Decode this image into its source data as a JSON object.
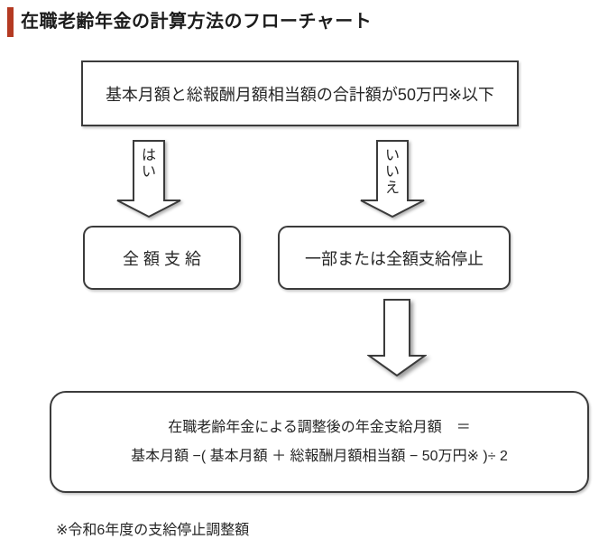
{
  "page": {
    "title": "在職老齢年金の計算方法のフローチャート",
    "accent_color": "#b43a22",
    "line_color": "#3b3b3b",
    "background_color": "#ffffff"
  },
  "flowchart": {
    "condition_box": {
      "text": "基本月額と総報酬月額相当額の合計額が50万円※以下"
    },
    "yes_arrow": {
      "label": "はい",
      "icon": "down-block-arrow"
    },
    "no_arrow": {
      "label": "いいえ",
      "icon": "down-block-arrow"
    },
    "full_payment_box": {
      "text": "全 額 支 給"
    },
    "suspension_box": {
      "text": "一部または全額支給停止"
    },
    "result_arrow": {
      "icon": "down-block-arrow"
    },
    "result_box": {
      "line1": "在職老齢年金による調整後の年金支給月額　＝",
      "line2": "基本月額 −( 基本月額 ＋ 総報酬月額相当額 − 50万円※ )÷ 2"
    },
    "footnote": "※令和6年度の支給停止調整額"
  }
}
